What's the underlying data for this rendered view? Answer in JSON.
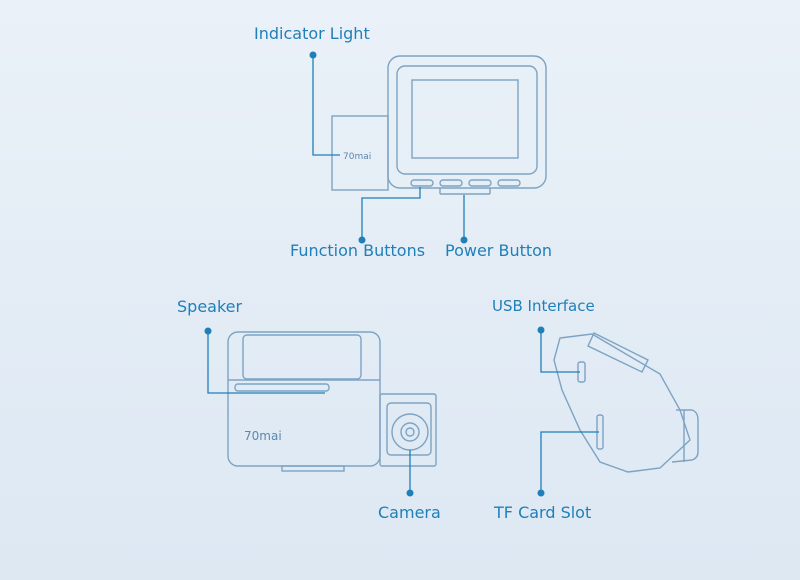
{
  "labels": {
    "indicator_light": "Indicator Light",
    "function_buttons": "Function Buttons",
    "power_button": "Power Button",
    "speaker": "Speaker",
    "usb_interface": "USB Interface",
    "camera": "Camera",
    "tf_card_slot": "TF Card Slot"
  },
  "brand": {
    "logo_text": "70mai"
  },
  "colors": {
    "label": "#1f7fb8",
    "line": "#1f7fb8",
    "outline": "#7da3c3",
    "background": "#e4edf6"
  }
}
